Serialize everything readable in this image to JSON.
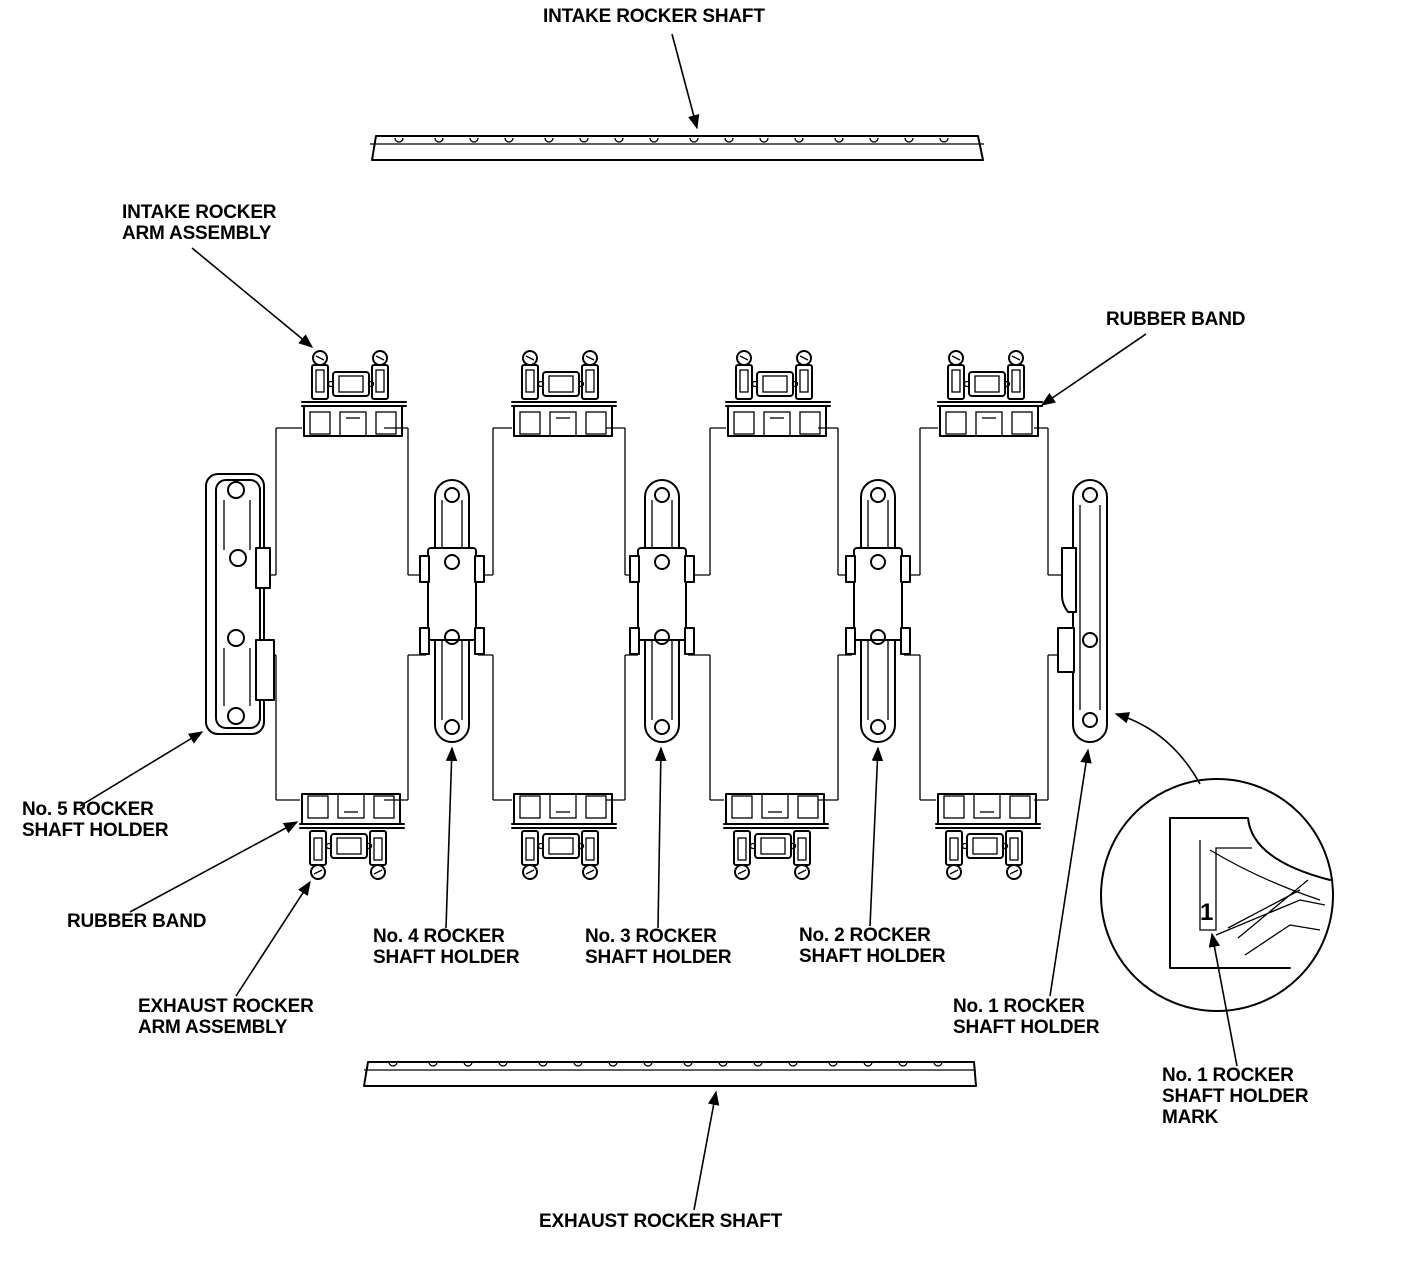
{
  "labels": {
    "intake_shaft": "INTAKE ROCKER SHAFT",
    "exhaust_shaft": "EXHAUST ROCKER SHAFT",
    "intake_arm_1": "INTAKE ROCKER",
    "intake_arm_2": "ARM ASSEMBLY",
    "rubber_band_top": "RUBBER BAND",
    "rubber_band_bottom": "RUBBER BAND",
    "holder5_1": "No. 5 ROCKER",
    "holder5_2": "SHAFT HOLDER",
    "holder4_1": "No. 4 ROCKER",
    "holder4_2": "SHAFT HOLDER",
    "holder3_1": "No. 3 ROCKER",
    "holder3_2": "SHAFT HOLDER",
    "holder2_1": "No. 2 ROCKER",
    "holder2_2": "SHAFT HOLDER",
    "holder1_1": "No. 1 ROCKER",
    "holder1_2": "SHAFT HOLDER",
    "exhaust_arm_1": "EXHAUST ROCKER",
    "exhaust_arm_2": "ARM ASSEMBLY",
    "mark_1": "No. 1 ROCKER",
    "mark_2": "SHAFT HOLDER",
    "mark_3": "MARK",
    "mark_digit": "1"
  }
}
